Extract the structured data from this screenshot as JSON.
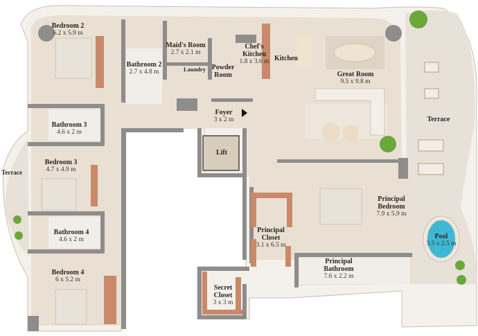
{
  "floorplan": {
    "title": "Apartment Floor Plan",
    "colors": {
      "floor": "#e9e0d3",
      "terrace": "#e7e1d8",
      "wall": "#8f8d8b",
      "wood_accent": "#c9896a",
      "gold_accent": "#c49a1a",
      "pool_water": "#3fb8d4",
      "plant_green": "#6aa83a",
      "label_text": "#2a2622"
    },
    "rooms": [
      {
        "id": "bedroom2",
        "name": "Bedroom 2",
        "dims": "6.2 x 5.9 m"
      },
      {
        "id": "bathroom2",
        "name": "Bathroom 2",
        "dims": "2.7 x 4.8 m"
      },
      {
        "id": "maids_room",
        "name": "Maid's Room",
        "dims": "2.7 x 2.1 m"
      },
      {
        "id": "laundry",
        "name": "Laundry",
        "dims": ""
      },
      {
        "id": "powder_room",
        "name": "Powder Room",
        "dims": ""
      },
      {
        "id": "chefs_kitchen",
        "name": "Chef's Kitchen",
        "dims": "1.8 x 3.6 m"
      },
      {
        "id": "kitchen",
        "name": "Kitchen",
        "dims": ""
      },
      {
        "id": "great_room",
        "name": "Great Room",
        "dims": "9.5 x 9.8 m"
      },
      {
        "id": "terrace_east",
        "name": "Terrace",
        "dims": ""
      },
      {
        "id": "foyer",
        "name": "Foyer",
        "dims": "3 x 2 m"
      },
      {
        "id": "lift",
        "name": "Lift",
        "dims": ""
      },
      {
        "id": "bathroom3",
        "name": "Bathroom 3",
        "dims": "4.6 x 2 m"
      },
      {
        "id": "bedroom3",
        "name": "Bedroom 3",
        "dims": "4.7 x 4.9 m"
      },
      {
        "id": "terrace_west",
        "name": "Terrace",
        "dims": ""
      },
      {
        "id": "bathroom4",
        "name": "Bathroom 4",
        "dims": "4.6 x 2 m"
      },
      {
        "id": "bedroom4",
        "name": "Bedroom 4",
        "dims": "6 x 5.2 m"
      },
      {
        "id": "principal_bedroom",
        "name": "Principal Bedroom",
        "dims": "7.9 x 5.9 m"
      },
      {
        "id": "principal_closet",
        "name": "Principal Closet",
        "dims": "3.1 x 6.5 m"
      },
      {
        "id": "principal_bathroom",
        "name": "Principal Bathroom",
        "dims": "7.6 x 2.2 m"
      },
      {
        "id": "secret_closet",
        "name": "Secret Closet",
        "dims": "3 x 3 m"
      },
      {
        "id": "pool",
        "name": "Pool",
        "dims": "3.5 x 2.5 m"
      }
    ],
    "labels": {
      "bedroom2": {
        "n": "Bedroom 2",
        "d": "6.2 x 5.9 m"
      },
      "bathroom2": {
        "n": "Bathroom 2",
        "d": "2.7 x 4.8 m"
      },
      "maids_room": {
        "n": "Maid's Room",
        "d": "2.7 x 2.1 m"
      },
      "laundry": {
        "n": "Laundry"
      },
      "powder_room": {
        "n1": "Powder",
        "n2": "Room"
      },
      "chefs_kitchen": {
        "n1": "Chef's",
        "n2": "Kitchen",
        "d": "1.8 x 3.6 m"
      },
      "kitchen": {
        "n": "Kitchen"
      },
      "great_room": {
        "n": "Great Room",
        "d": "9.5 x 9.8 m"
      },
      "terrace_east": {
        "n": "Terrace"
      },
      "foyer": {
        "n": "Foyer",
        "d": "3 x 2 m"
      },
      "lift": {
        "n": "Lift"
      },
      "bathroom3": {
        "n": "Bathroom 3",
        "d": "4.6 x 2 m"
      },
      "bedroom3": {
        "n": "Bedroom 3",
        "d": "4.7 x 4.9 m"
      },
      "terrace_west": {
        "n": "Terrace"
      },
      "bathroom4": {
        "n": "Bathroom 4",
        "d": "4.6 x 2 m"
      },
      "bedroom4": {
        "n": "Bedroom 4",
        "d": "6 x 5.2 m"
      },
      "principal_bedroom": {
        "n1": "Principal",
        "n2": "Bedroom",
        "d": "7.9 x 5.9 m"
      },
      "principal_closet": {
        "n1": "Principal",
        "n2": "Closet",
        "d": "3.1 x 6.5 m"
      },
      "principal_bathroom": {
        "n1": "Principal",
        "n2": "Bathroom",
        "d": "7.6 x 2.2 m"
      },
      "secret_closet": {
        "n1": "Secret",
        "n2": "Closet",
        "d": "3 x 3 m"
      },
      "pool": {
        "n": "Pool",
        "d": "3.5 x 2.5 m"
      }
    },
    "icons": [
      "entry-arrow-icon",
      "bed-icon",
      "sofa-icon",
      "dining-table-icon",
      "lounge-chair-icon",
      "plant-icon",
      "pool-icon",
      "column-icon"
    ]
  }
}
